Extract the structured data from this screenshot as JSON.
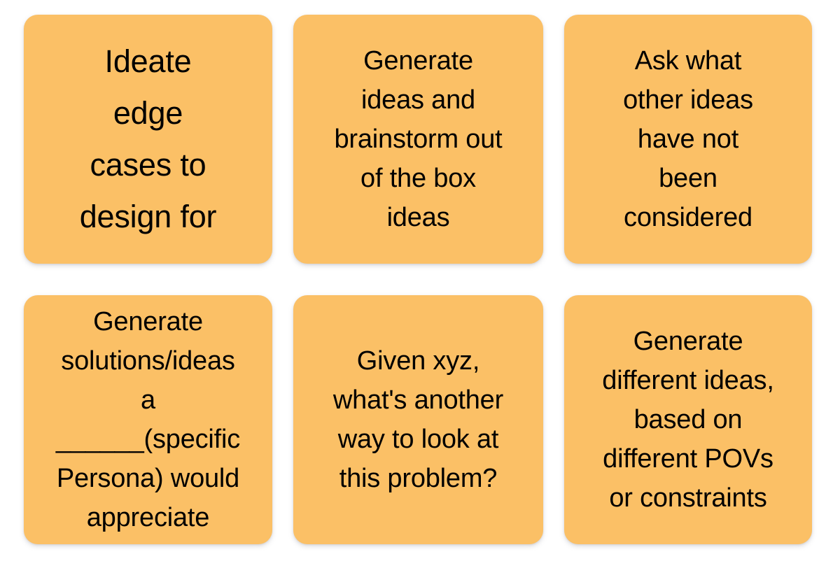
{
  "board": {
    "background_color": "#ffffff",
    "card_color": "#fbc066",
    "text_color": "#000000",
    "columns": 3,
    "rows": 2,
    "cards": [
      {
        "id": "card-1",
        "name": "card-ideate-edge-cases",
        "text": "Ideate\nedge\ncases to\ndesign for",
        "lines": [
          "Ideate",
          "edge",
          "cases to",
          "design for"
        ],
        "size": "large"
      },
      {
        "id": "card-2",
        "name": "card-generate-brainstorm",
        "text": "Generate\nideas and\nbrainstorm out\nof the box\nideas",
        "lines": [
          "Generate",
          "ideas and",
          "brainstorm out",
          "of the box",
          "ideas"
        ],
        "size": "normal"
      },
      {
        "id": "card-3",
        "name": "card-ask-other-ideas",
        "text": "Ask what\nother ideas\nhave not\nbeen\nconsidered",
        "lines": [
          "Ask what",
          "other ideas",
          "have not",
          "been",
          "considered"
        ],
        "size": "normal"
      },
      {
        "id": "card-4",
        "name": "card-persona-solutions",
        "text": "Generate\nsolutions/ideas\na\n______(specific\nPersona) would\nappreciate",
        "lines": [
          "Generate",
          "solutions/ideas",
          "a",
          "______(specific",
          "Persona) would",
          "appreciate"
        ],
        "size": "normal"
      },
      {
        "id": "card-5",
        "name": "card-another-way-to-look",
        "text": "Given xyz,\nwhat's another\nway to look at\nthis problem?",
        "lines": [
          "Given xyz,",
          "what's another",
          "way to look at",
          "this problem?"
        ],
        "size": "normal"
      },
      {
        "id": "card-6",
        "name": "card-different-povs",
        "text": "Generate\ndifferent ideas,\nbased on\ndifferent POVs\nor constraints",
        "lines": [
          "Generate",
          "different ideas,",
          "based on",
          "different POVs",
          "or constraints"
        ],
        "size": "normal"
      }
    ]
  }
}
